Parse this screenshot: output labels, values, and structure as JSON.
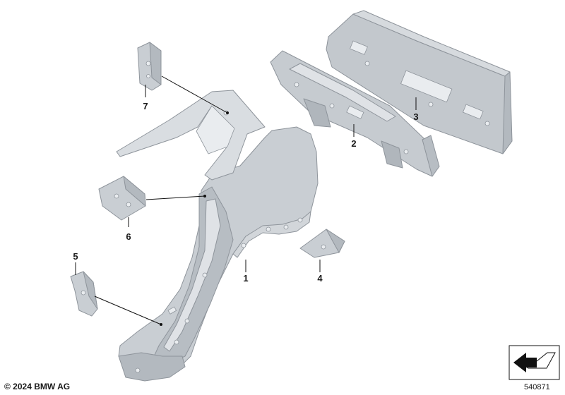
{
  "callouts": [
    {
      "id": "1",
      "label": "1"
    },
    {
      "id": "2",
      "label": "2"
    },
    {
      "id": "3",
      "label": "3"
    },
    {
      "id": "4",
      "label": "4"
    },
    {
      "id": "5",
      "label": "5"
    },
    {
      "id": "6",
      "label": "6"
    },
    {
      "id": "7",
      "label": "7"
    }
  ],
  "footer": {
    "copyright": "© 2024 BMW AG",
    "reference_number": "540871"
  },
  "colors": {
    "part_fill": "#c9ced3",
    "part_shade": "#b3b9bf",
    "part_light": "#dde1e5",
    "outline": "#8e949b",
    "ink": "#111111"
  },
  "icons": [
    "view-direction-icon"
  ]
}
